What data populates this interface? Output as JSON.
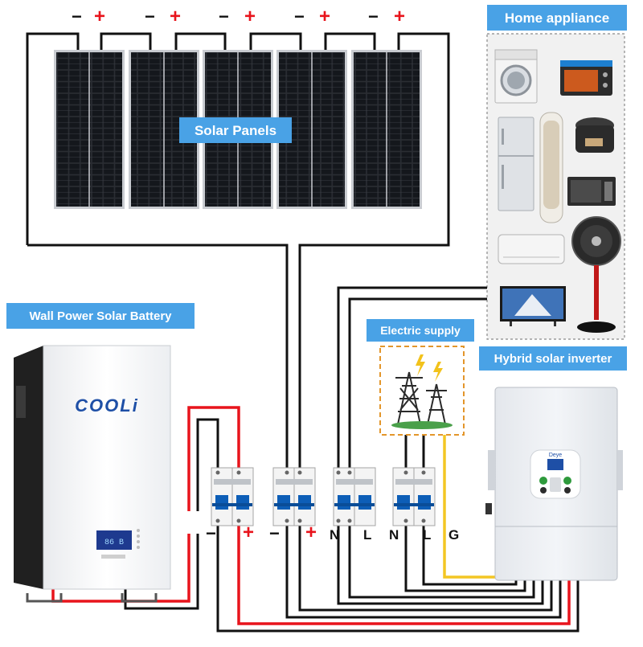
{
  "labels": {
    "solar_panels": "Solar Panels",
    "home_appliance": "Home appliance",
    "wall_battery": "Wall Power Solar Battery",
    "electric_supply": "Electric supply",
    "hybrid_inverter": "Hybrid solar inverter"
  },
  "battery": {
    "brand": "COOLi",
    "display": "86 B"
  },
  "inverter": {
    "brand": "Deye"
  },
  "panel_terminals": {
    "negative": "−",
    "positive": "+"
  },
  "breaker_terminals": [
    {
      "left": "−",
      "right": "+"
    },
    {
      "left": "−",
      "right": "+"
    },
    {
      "left": "N",
      "right": "L"
    },
    {
      "left": "N",
      "right": "L"
    }
  ],
  "ground_label": "G",
  "colors": {
    "accent": "#49a2e6",
    "dc_positive": "#e8141c",
    "wire": "#111111",
    "ground": "#f3c623"
  }
}
